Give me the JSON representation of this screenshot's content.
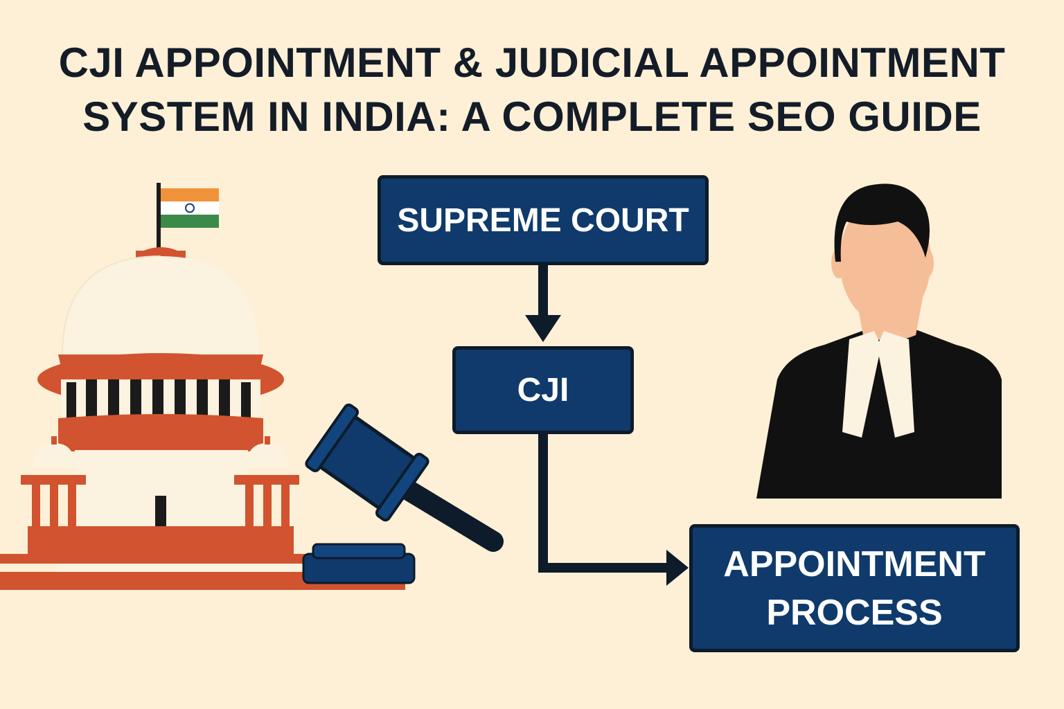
{
  "title": {
    "line1": "CJI APPOINTMENT & JUDICIAL APPOINTMENT",
    "line2": "SYSTEM IN INDIA: A COMPLETE SEO GUIDE"
  },
  "flowchart": {
    "nodes": [
      {
        "id": "supreme-court",
        "label": "SUPREME COURT"
      },
      {
        "id": "cji",
        "label": "CJI"
      },
      {
        "id": "appointment-process",
        "label_line1": "APPOINTMENT",
        "label_line2": "PROCESS"
      }
    ],
    "edges": [
      {
        "from": "supreme-court",
        "to": "cji"
      },
      {
        "from": "cji",
        "to": "appointment-process"
      }
    ]
  },
  "illustrations": {
    "left": "supreme-court-building-icon",
    "flag": "indian-flag-icon",
    "gavel": "gavel-icon",
    "right": "judge-icon"
  },
  "colors": {
    "background": "#fdf0d6",
    "box_fill": "#0f3a6b",
    "box_border": "#0d1b2a",
    "building_red": "#d2532f",
    "flag_saffron": "#f0933b",
    "flag_green": "#3c8a4a"
  }
}
